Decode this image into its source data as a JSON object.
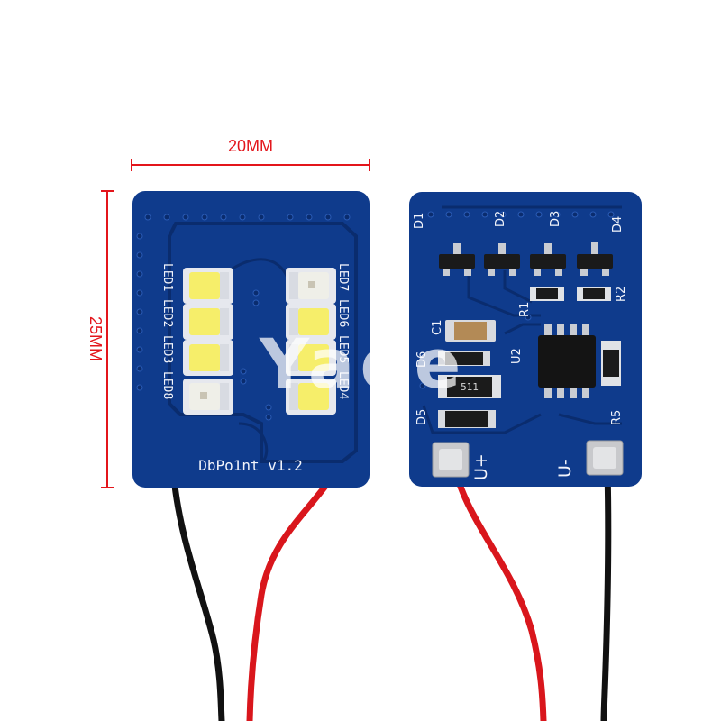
{
  "dimensions": {
    "width_label": "20MM",
    "height_label": "25MM"
  },
  "front_board": {
    "title": "DbPo1nt v1.2",
    "led_labels_left": [
      "LED1",
      "LED2",
      "LED3",
      "LED8"
    ],
    "led_labels_right": [
      "LED7",
      "LED6",
      "LED5",
      "LED4"
    ]
  },
  "back_board": {
    "diodes": [
      "D1",
      "D2",
      "D3",
      "D4"
    ],
    "resistors": [
      "R1",
      "R2",
      "R5"
    ],
    "capacitor": "C1",
    "ic": "U2",
    "other_parts": [
      "D6",
      "D5"
    ],
    "marking_511": "511",
    "pad_plus": "U+",
    "pad_minus": "U-"
  },
  "watermark": "Yade",
  "colors": {
    "pcb": "#0f3b8c",
    "pcb_dark": "#0a2c6e",
    "silkscreen": "#f2f4fb",
    "dimension_red": "#e3151b",
    "wire_red": "#d9161c",
    "wire_black": "#111111",
    "led_yellow": "#f6ee6a"
  }
}
